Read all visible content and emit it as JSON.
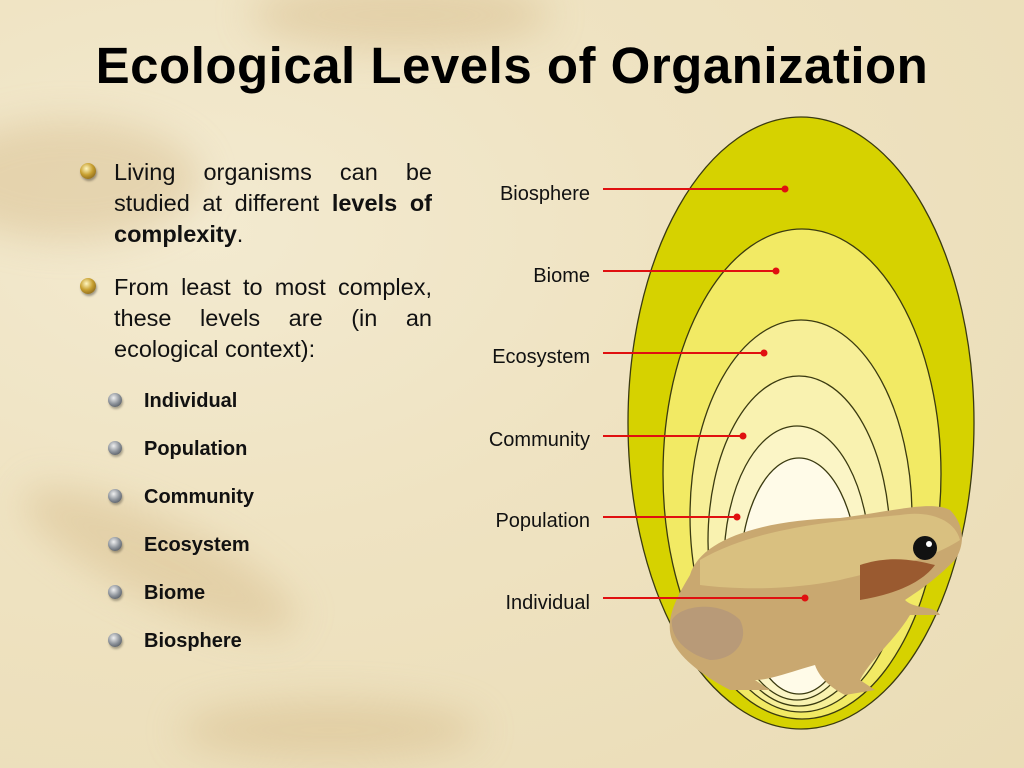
{
  "title": "Ecological Levels of Organization",
  "bullets": [
    {
      "pre": "Living organisms can be studied at different ",
      "bold": "levels of complexity",
      "post": "."
    },
    {
      "pre": "From least to most complex, these levels are (in an ecological context):"
    }
  ],
  "levels": [
    "Individual",
    "Population",
    "Community",
    "Ecosystem",
    "Biome",
    "Biosphere"
  ],
  "diagram_labels": [
    "Biosphere",
    "Biome",
    "Ecosystem",
    "Community",
    "Population",
    "Individual"
  ],
  "colors": {
    "outer": "#d6d200",
    "leader": "#e01010"
  }
}
